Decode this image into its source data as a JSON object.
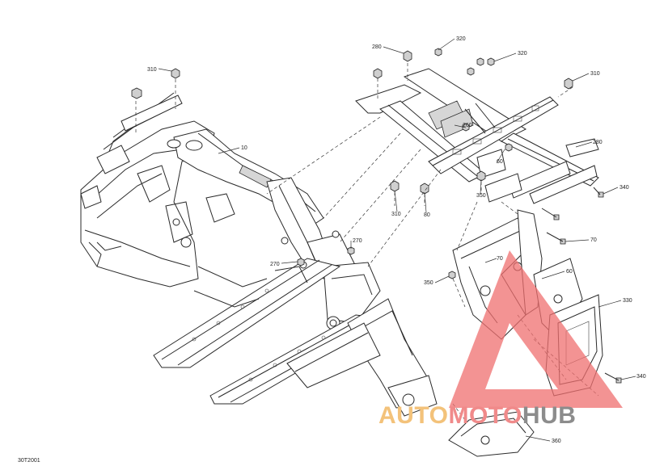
{
  "callouts": [
    {
      "id": "c1",
      "text": "310"
    },
    {
      "id": "c2",
      "text": "10"
    },
    {
      "id": "c3",
      "text": "280"
    },
    {
      "id": "c4",
      "text": "320"
    },
    {
      "id": "c5",
      "text": "320"
    },
    {
      "id": "c6",
      "text": "310"
    },
    {
      "id": "c7",
      "text": "280"
    },
    {
      "id": "c8",
      "text": "260"
    },
    {
      "id": "c9",
      "text": "60"
    },
    {
      "id": "c10",
      "text": "340"
    },
    {
      "id": "c11",
      "text": "350"
    },
    {
      "id": "c12",
      "text": "310"
    },
    {
      "id": "c13",
      "text": "80"
    },
    {
      "id": "c14",
      "text": "270"
    },
    {
      "id": "c15",
      "text": "270"
    },
    {
      "id": "c16",
      "text": "70"
    },
    {
      "id": "c17",
      "text": "70"
    },
    {
      "id": "c18",
      "text": "350"
    },
    {
      "id": "c19",
      "text": "60"
    },
    {
      "id": "c20",
      "text": "330"
    },
    {
      "id": "c21",
      "text": "340"
    },
    {
      "id": "c22",
      "text": "360"
    }
  ],
  "drawing_code": "30T2001",
  "watermark": {
    "text_parts": [
      "AUTO",
      "MOTO",
      "HUB"
    ],
    "colors": {
      "auto": "#f3c27a",
      "moto": "#f08a8a",
      "hub": "#8c8c8c",
      "triangle": "#ef6f6f"
    }
  }
}
